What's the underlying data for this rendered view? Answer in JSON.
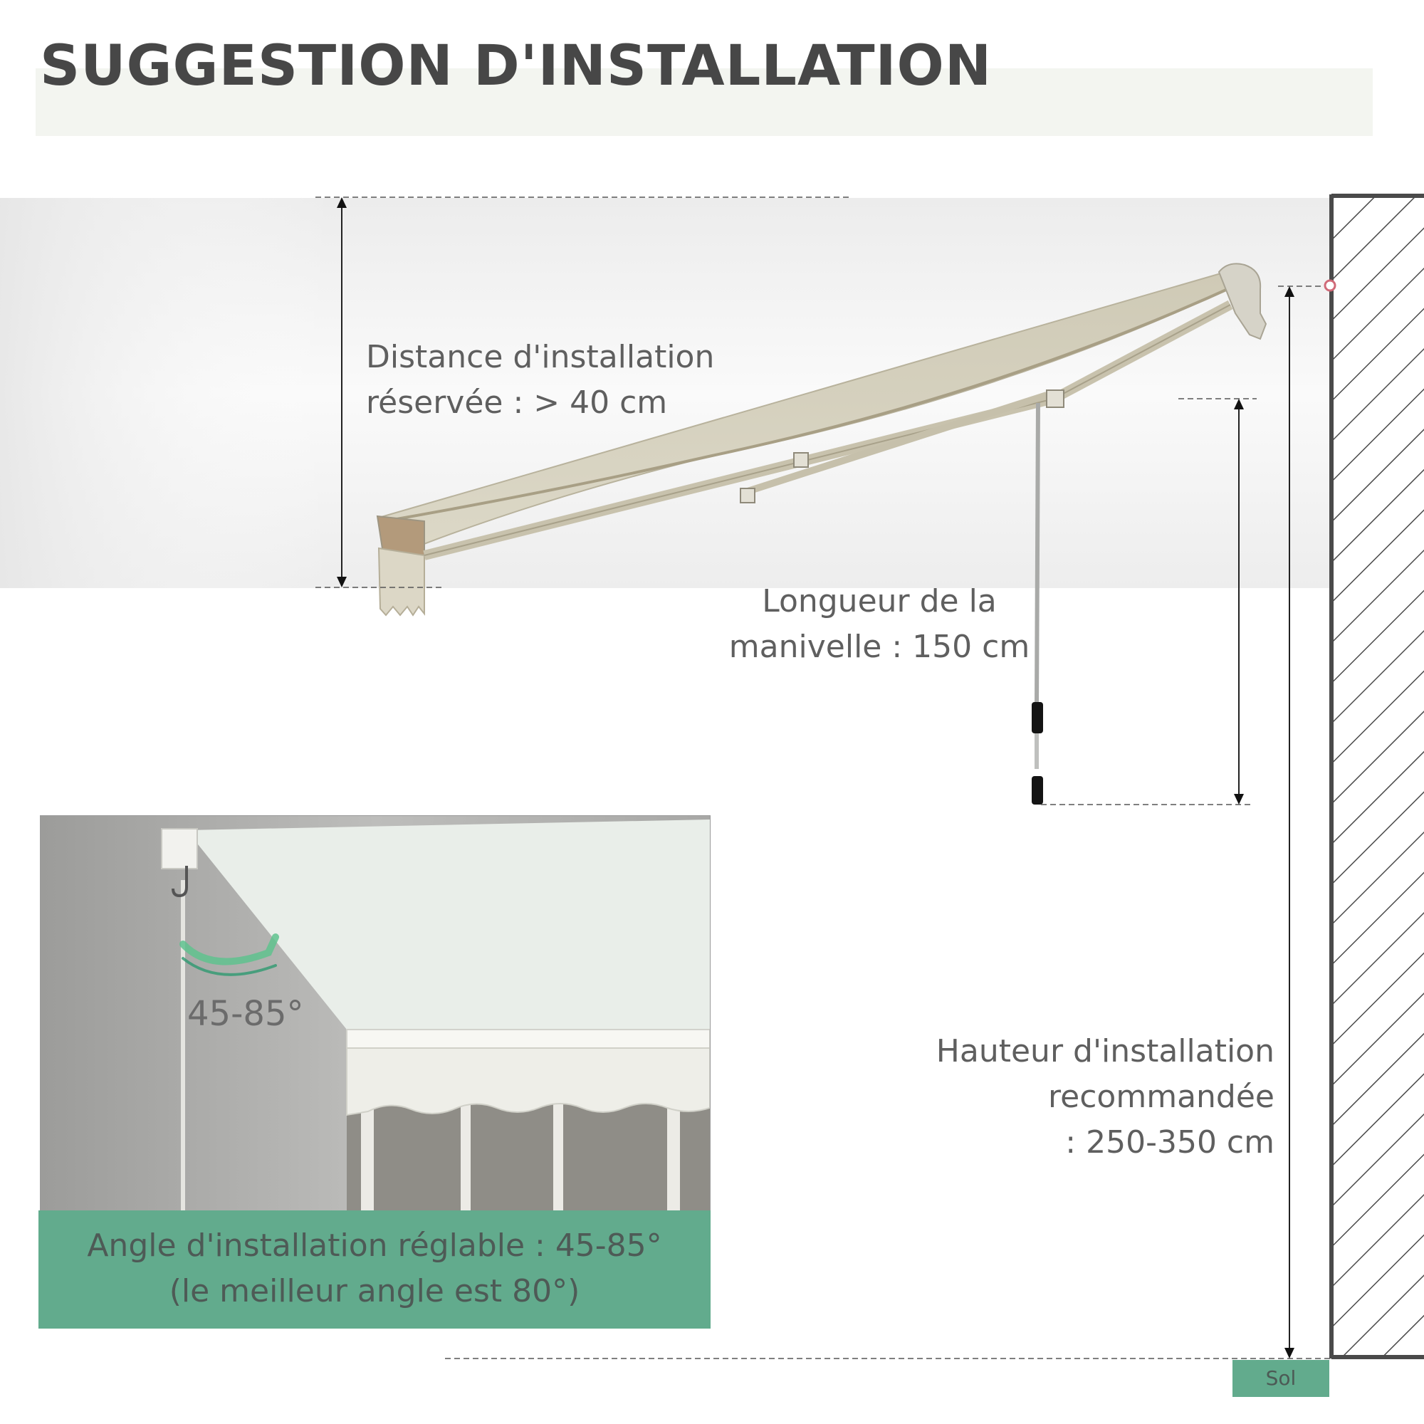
{
  "title": "SUGGESTION D'INSTALLATION",
  "labels": {
    "reserved_distance": [
      "Distance d'installation",
      "réservée : > 40 cm"
    ],
    "crank_length": [
      "Longueur de la",
      "manivelle : 150 cm"
    ],
    "install_height": [
      "Hauteur d'installation",
      "recommandée",
      ": 250-350 cm"
    ],
    "angle_value": "45-85°",
    "angle_banner": [
      "Angle d'installation réglable : 45-85°",
      "(le meilleur angle est 80°)"
    ],
    "ground": "Sol"
  },
  "colors": {
    "accent_green": "#62ab8d",
    "title_text": "#474747",
    "awning_fabric": "#d4cfbc",
    "wall_stroke": "#4a4a4a"
  },
  "icons": [
    "angle-arc-icon",
    "hook-icon",
    "dimension-arrow-icon",
    "wall-hatch-icon"
  ]
}
